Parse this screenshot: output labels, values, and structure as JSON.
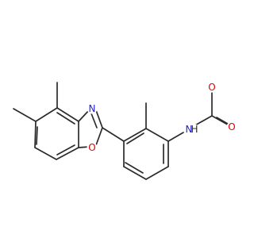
{
  "molecule": {
    "colors": {
      "bond": "#2b2b2b",
      "nitrogen": "#1f1fcc",
      "oxygen": "#e00000",
      "carbon": "#2b2b2b"
    },
    "atom_labels": {
      "oxygen_methoxy": "O",
      "oxygen_carbonyl": "O",
      "nitrogen_amide": "N",
      "hydrogen_amide": "H",
      "nitrogen_oxazole": "N",
      "oxygen_oxazole": "O"
    }
  }
}
